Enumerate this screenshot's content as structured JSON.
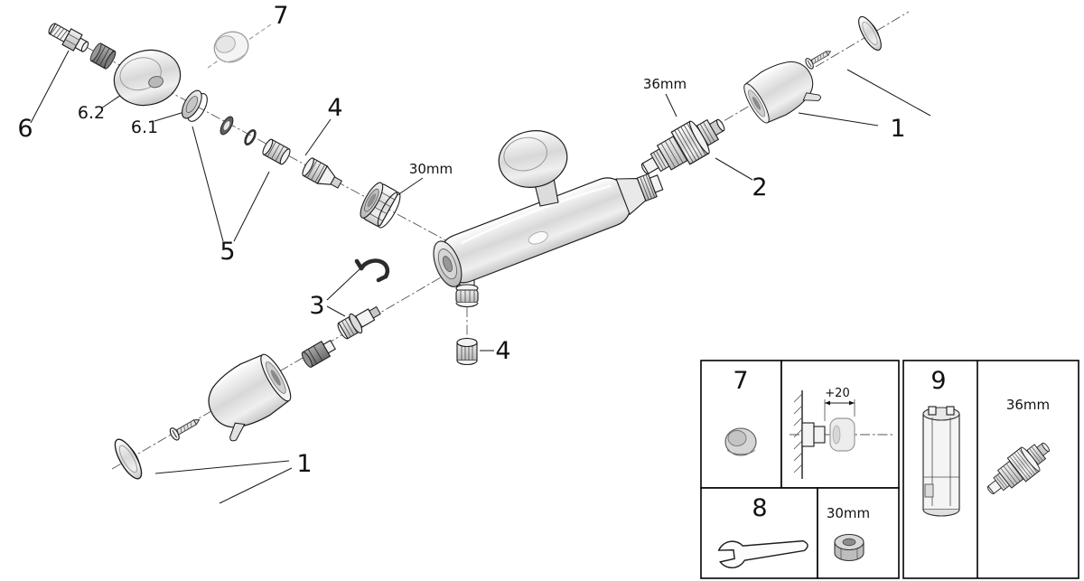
{
  "figure": {
    "type": "exploded-parts-diagram",
    "background": "#ffffff",
    "line_color": "#1c1c1c"
  },
  "callouts": {
    "part7_top": "7",
    "part6": "6",
    "part6_2": "6.2",
    "part6_1": "6.1",
    "part4_top": "4",
    "dim_30mm": "30mm",
    "part5": "5",
    "dim_36mm": "36mm",
    "part2": "2",
    "part1_right": "1",
    "part3": "3",
    "part4_bottom": "4",
    "part1_bottom": "1"
  },
  "inset": {
    "part7": "7",
    "mount_dim": "+20",
    "part9": "9",
    "dim_36mm": "36mm",
    "part8": "8",
    "dim_30mm": "30mm"
  }
}
